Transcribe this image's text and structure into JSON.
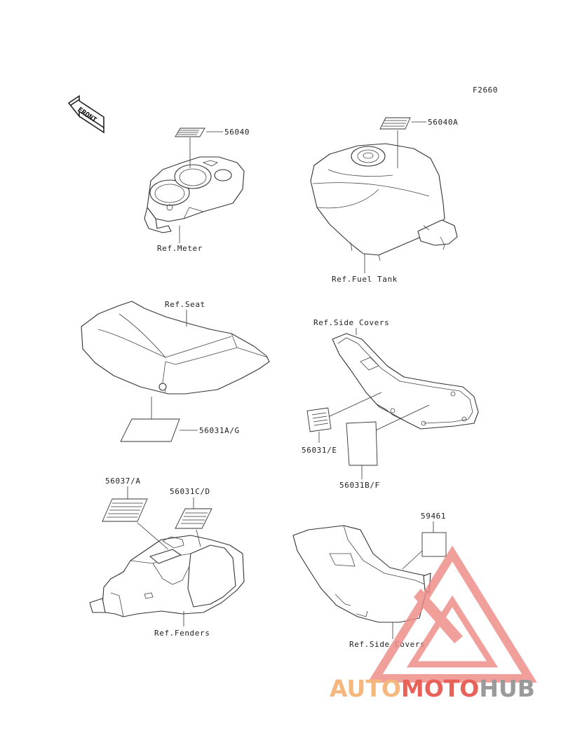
{
  "figure_code": "F2660",
  "front_arrow_label": "FRONT",
  "labels": {
    "meter_decal": "56040",
    "meter_ref": "Ref.Meter",
    "tank_decal": "56040A",
    "tank_ref": "Ref.Fuel Tank",
    "seat_ref": "Ref.Seat",
    "seat_decal": "56031A/G",
    "side_covers_ref_top": "Ref.Side Covers",
    "side_decal_small": "56031/E",
    "side_decal_large": "56031B/F",
    "fender_decal_left": "56037/A",
    "fender_decal_right": "56031C/D",
    "fenders_ref": "Ref.Fenders",
    "cover_decal": "59461",
    "side_covers_ref_bottom": "Ref.Side Covers"
  },
  "watermark": {
    "part1": "AUTO",
    "part2": "MOTO",
    "part3": "HUB",
    "color_light": "#f5b77e",
    "color_red": "#e8625a",
    "color_dark": "#9a9a9a",
    "triangle_color": "#ee8a84"
  }
}
